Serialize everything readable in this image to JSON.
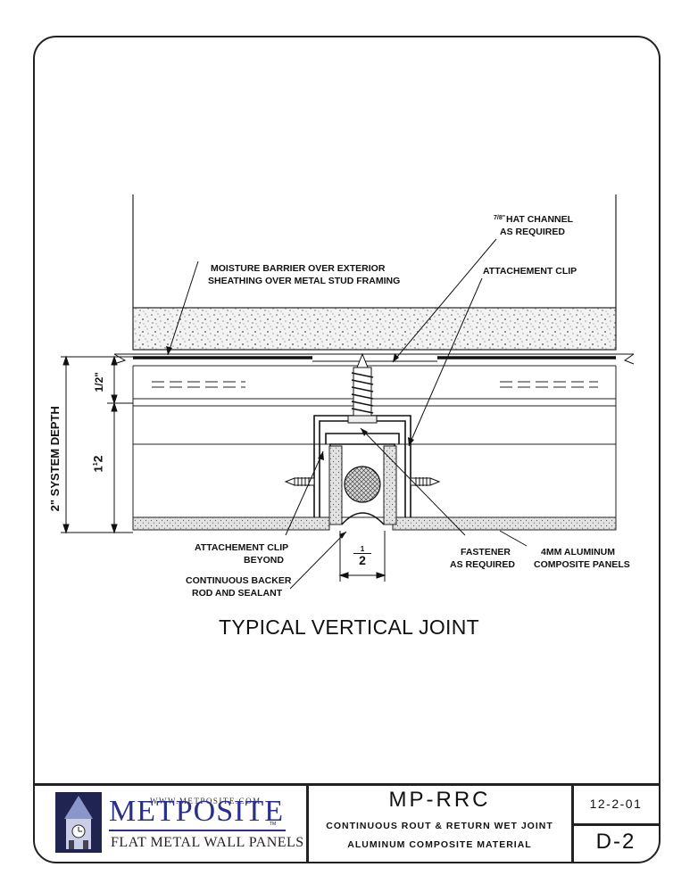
{
  "drawing": {
    "title": "TYPICAL VERTICAL JOINT",
    "callouts": {
      "moisture_barrier": [
        "MOISTURE BARRIER OVER  EXTERIOR",
        "SHEATHING OVER METAL STUD FRAMING"
      ],
      "hat_channel_frac": "7/8\"",
      "hat_channel": [
        "HAT CHANNEL",
        "AS REQUIRED"
      ],
      "attachment_clip": "ATTACHEMENT CLIP",
      "attachment_clip_beyond": [
        "ATTACHEMENT CLIP",
        "BEYOND"
      ],
      "backer_rod": [
        "CONTINUOUS BACKER",
        "ROD AND SEALANT"
      ],
      "fastener": [
        "FASTENER",
        "AS REQUIRED"
      ],
      "panels": [
        "4MM ALUMINUM",
        "COMPOSITE PANELS"
      ]
    },
    "dimensions": {
      "system_depth": "2\" SYSTEM DEPTH",
      "half_inch": "1/2\"",
      "one_half_whole": "1",
      "one_half_frac_num": "1",
      "one_half_frac_den": "2",
      "joint_num": "1",
      "joint_den": "2"
    }
  },
  "title_block": {
    "logo_url": "WWW.METPOSITE.COM",
    "logo_name": "METPOSITE",
    "logo_tm": "TM",
    "logo_tagline": "FLAT METAL WALL PANELS",
    "product_code": "MP-RRC",
    "description_line1": "CONTINUOUS ROUT & RETURN WET JOINT",
    "description_line2": "ALUMINUM COMPOSITE MATERIAL",
    "date": "12-2-01",
    "sheet_number": "D-2"
  },
  "colors": {
    "logo_blue": "#2a2f8a",
    "line": "#111111"
  }
}
